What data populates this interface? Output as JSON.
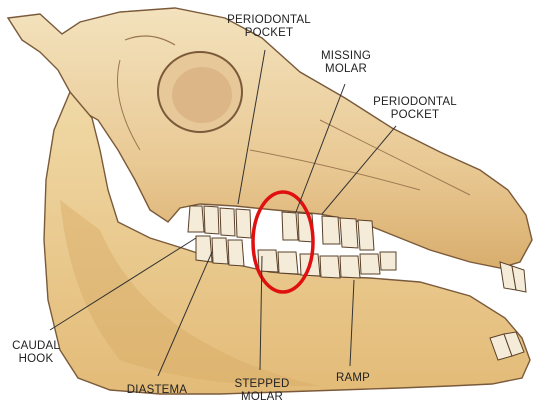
{
  "labels": {
    "periodontal_pocket_top": {
      "line1": "PERIODONTAL",
      "line2": "POCKET"
    },
    "missing_molar": {
      "line1": "MISSING",
      "line2": "MOLAR"
    },
    "periodontal_pocket_right": {
      "line1": "PERIODONTAL",
      "line2": "POCKET"
    },
    "caudal_hook": {
      "line1": "CAUDAL",
      "line2": "HOOK"
    },
    "diastema": {
      "line1": "DIASTEMA"
    },
    "stepped_molar": {
      "line1": "STEPPED",
      "line2": "MOLAR"
    },
    "ramp": {
      "line1": "RAMP"
    }
  },
  "colors": {
    "bone_light": "#f1dcb0",
    "bone_mid": "#e2be84",
    "bone_shadow": "#c9a06a",
    "outline": "#7a5a3a",
    "teeth": "#f4ecd8",
    "highlight_ring": "#e01010",
    "leader_line": "#333333"
  }
}
